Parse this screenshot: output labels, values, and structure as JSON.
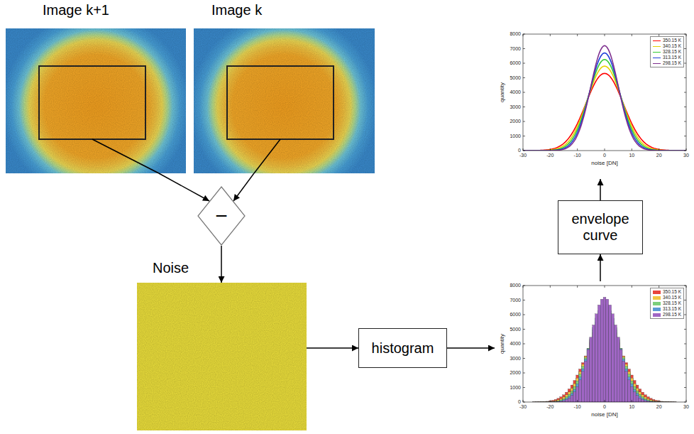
{
  "diagram": {
    "nodes": [
      {
        "text": [
          "Image k+1"
        ]
      },
      {
        "text": [
          "Image k"
        ]
      },
      {
        "text": [
          "−"
        ]
      },
      {
        "text": [
          "Noise"
        ]
      },
      {
        "text": [
          "histogram"
        ]
      },
      {
        "text": [
          "quantity",
          "noise [DN]"
        ]
      },
      {
        "text": [
          "envelope curve"
        ]
      },
      {
        "text": [
          "quantity",
          "noise [DN]"
        ]
      }
    ],
    "edges": [
      {
        "from": 0,
        "to": 2,
        "arrow": "to"
      },
      {
        "from": 1,
        "to": 2,
        "arrow": "to"
      },
      {
        "from": 2,
        "to": 3,
        "arrow": "to"
      },
      {
        "from": 3,
        "to": 4,
        "arrow": "to"
      },
      {
        "from": 4,
        "to": 5,
        "arrow": "to"
      },
      {
        "from": 5,
        "to": 6,
        "arrow": "to"
      },
      {
        "from": 6,
        "to": 7,
        "arrow": "to"
      }
    ],
    "labels": [
      "0",
      "1000",
      "2000",
      "3000",
      "4000",
      "5000",
      "6000",
      "7000",
      "8000",
      "-30",
      "-20",
      "-10",
      "0",
      "10",
      "20",
      "30",
      "0",
      "1000",
      "2000",
      "3000",
      "4000",
      "5000",
      "6000",
      "7000",
      "8000",
      "-30",
      "-20",
      "-10",
      "0",
      "10",
      "20",
      "30"
    ],
    "legend": [
      {
        "text": "350.15 K"
      },
      {
        "text": "340.15 K"
      },
      {
        "text": "328.15 K"
      },
      {
        "text": "313.15 K"
      },
      {
        "text": "298.15 K"
      },
      {
        "text": "350.15 K",
        "color": "#e8453c"
      },
      {
        "text": "340.15 K",
        "color": "#f2c744"
      },
      {
        "text": "328.15 K",
        "color": "#7ccf7c"
      },
      {
        "text": "313.15 K",
        "color": "#5b9bd5"
      },
      {
        "text": "298.15 K",
        "color": "#a066c4"
      }
    ]
  }
}
